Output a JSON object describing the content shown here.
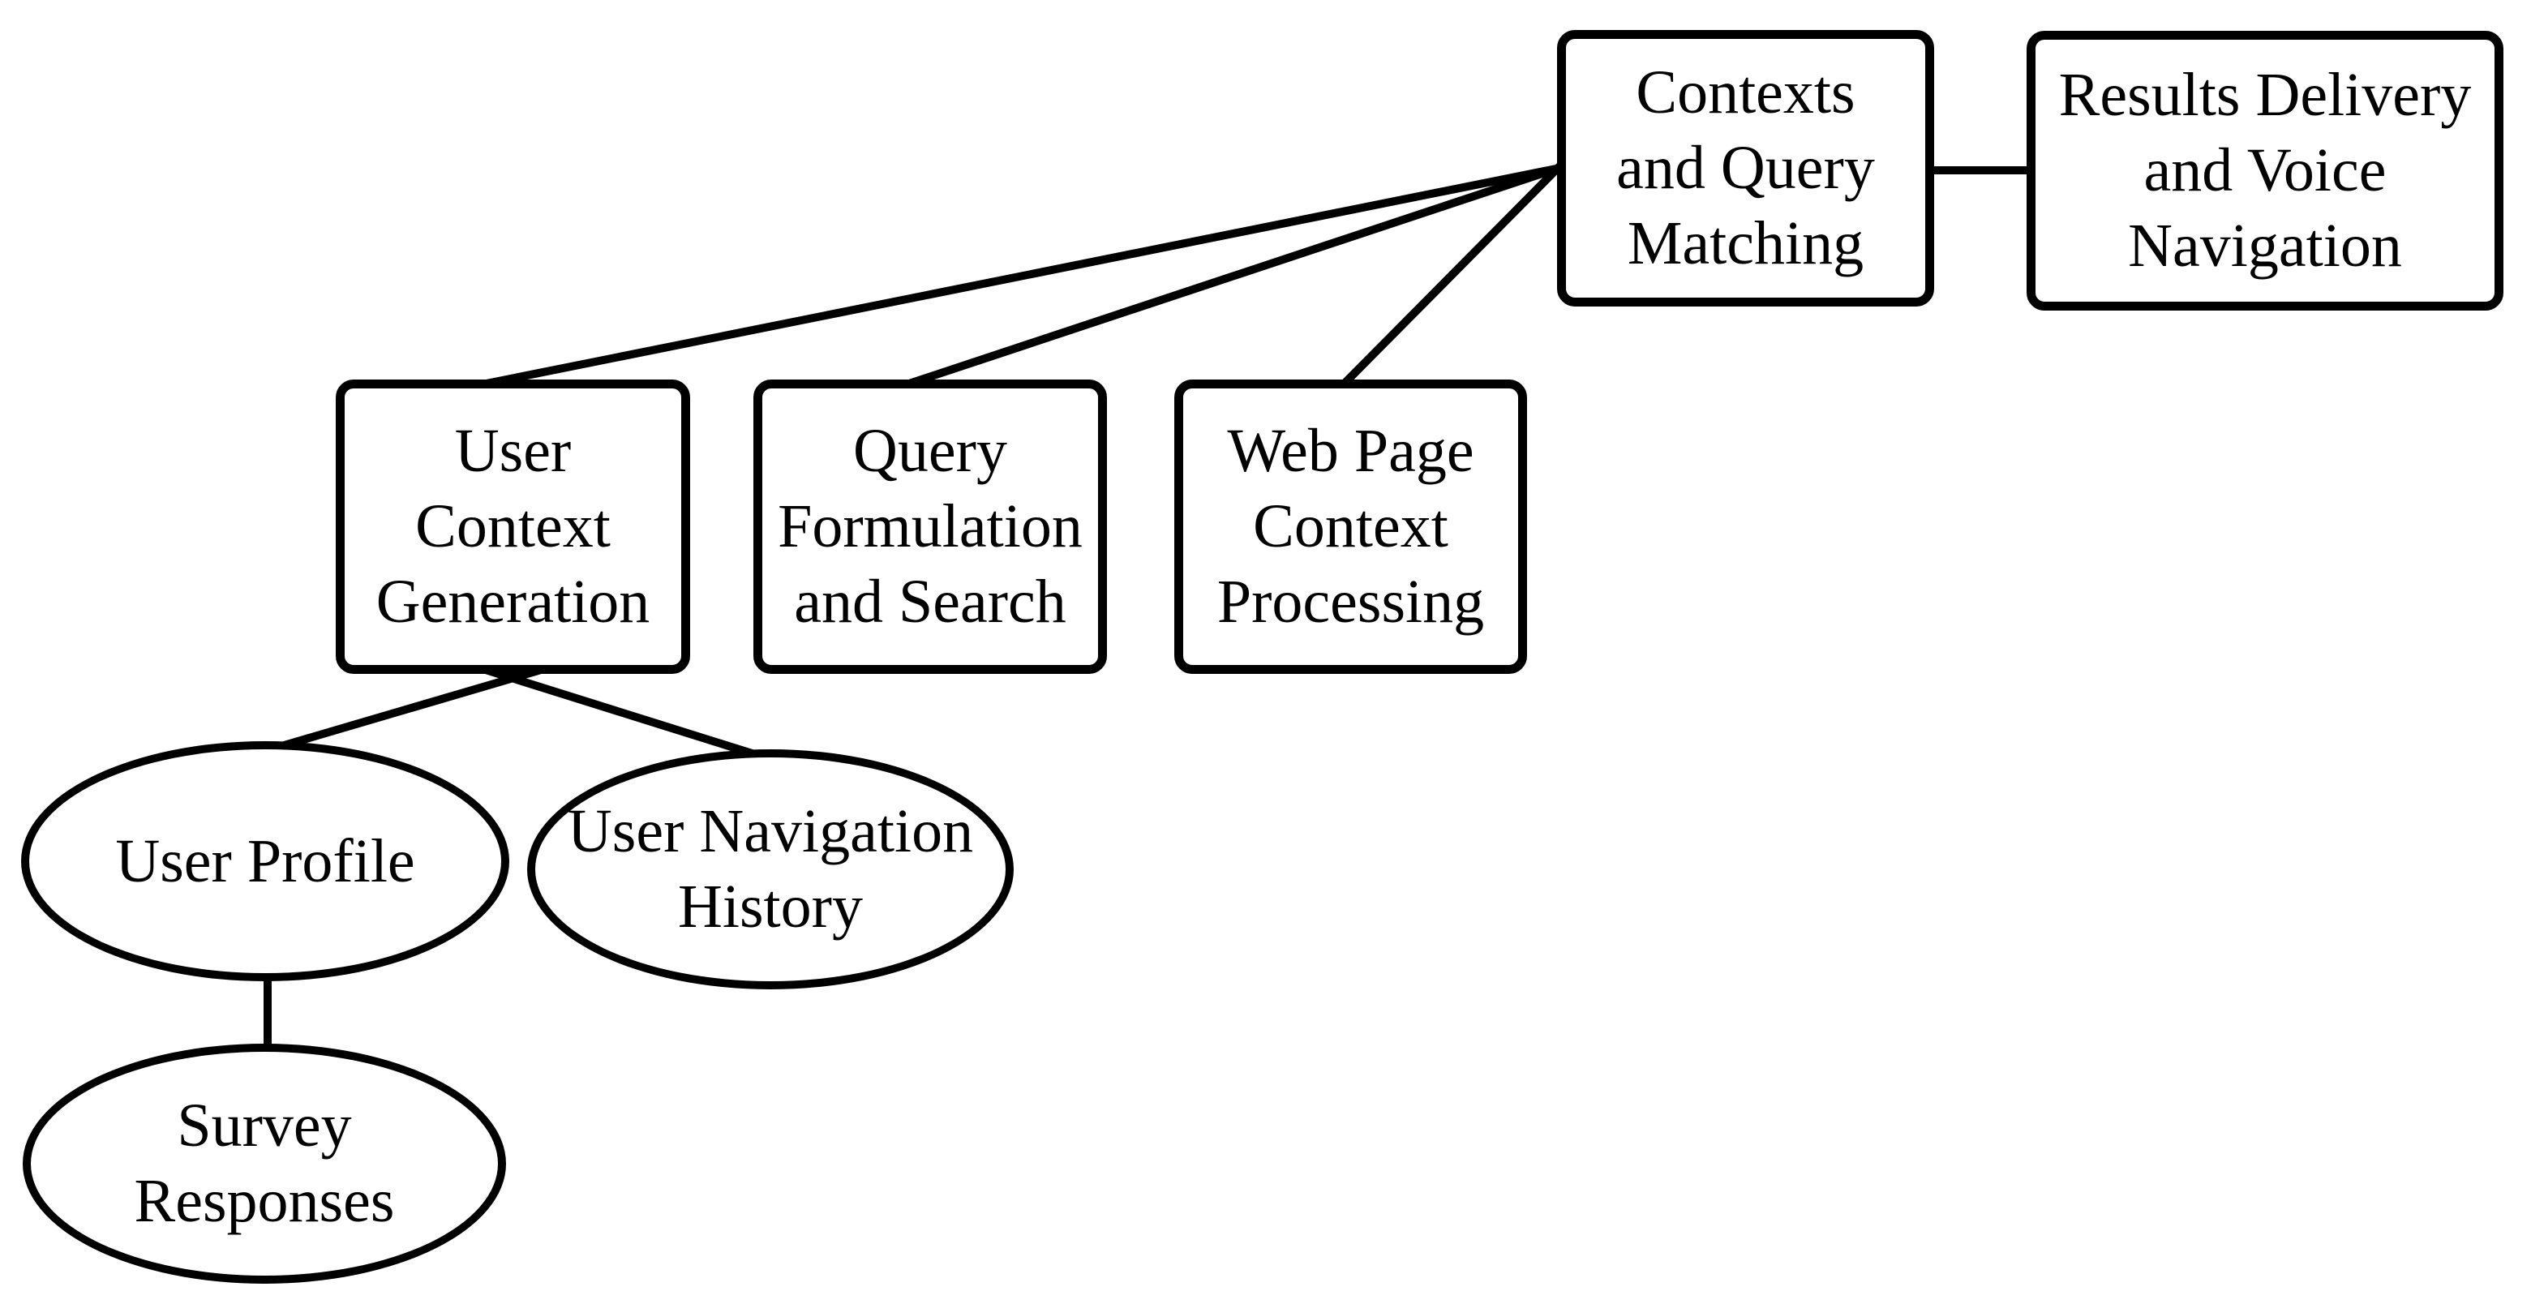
{
  "diagram": {
    "background_color": "#ffffff",
    "stroke_color": "#000000",
    "fill_color": "#ffffff",
    "nodes": [
      {
        "id": "contexts-and-query-matching",
        "shape": "rect",
        "label": "Contexts\nand Query\nMatching"
      },
      {
        "id": "results-delivery-and-voice-navigation",
        "shape": "rect",
        "label": "Results Delivery\nand Voice\nNavigation"
      },
      {
        "id": "user-context-generation",
        "shape": "rect",
        "label": "User\nContext\nGeneration"
      },
      {
        "id": "query-formulation-and-search",
        "shape": "rect",
        "label": "Query\nFormulation\nand Search"
      },
      {
        "id": "web-page-context-processing",
        "shape": "rect",
        "label": "Web Page\nContext\nProcessing"
      },
      {
        "id": "user-profile",
        "shape": "ellipse",
        "label": "User Profile"
      },
      {
        "id": "user-navigation-history",
        "shape": "ellipse",
        "label": "User Navigation\nHistory"
      },
      {
        "id": "survey-responses",
        "shape": "ellipse",
        "label": "Survey\nResponses"
      }
    ],
    "edges": [
      {
        "from": "user-context-generation",
        "to": "contexts-and-query-matching"
      },
      {
        "from": "query-formulation-and-search",
        "to": "contexts-and-query-matching"
      },
      {
        "from": "web-page-context-processing",
        "to": "contexts-and-query-matching"
      },
      {
        "from": "contexts-and-query-matching",
        "to": "results-delivery-and-voice-navigation"
      },
      {
        "from": "user-context-generation",
        "to": "user-profile"
      },
      {
        "from": "user-context-generation",
        "to": "user-navigation-history"
      },
      {
        "from": "user-profile",
        "to": "survey-responses"
      }
    ]
  }
}
